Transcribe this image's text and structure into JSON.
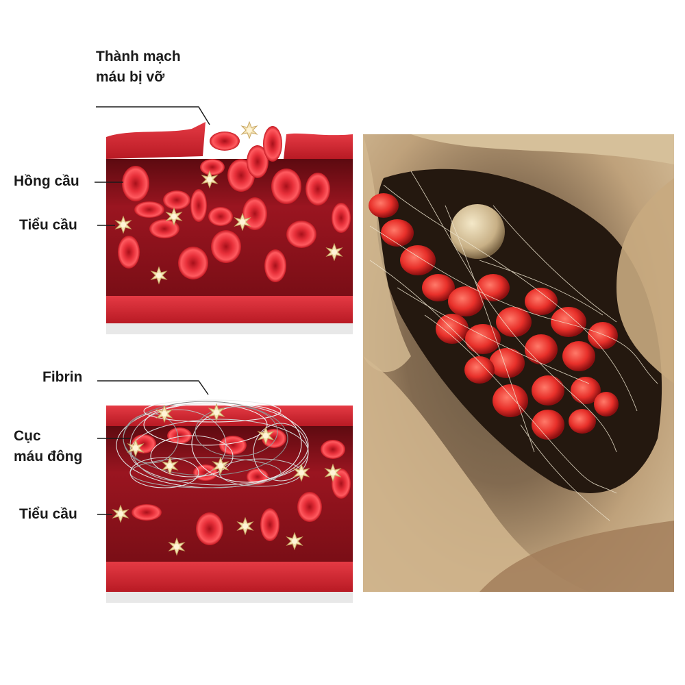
{
  "labels": {
    "ruptured_vessel_line1": "Thành mạch",
    "ruptured_vessel_line2": "máu bị vỡ",
    "red_blood_cells": "Hồng cầu",
    "platelets_top": "Tiểu cầu",
    "fibrin": "Fibrin",
    "clot_line1": "Cục",
    "clot_line2": "máu đông",
    "platelets_bottom": "Tiểu cầu"
  },
  "colors": {
    "vessel_wall": "#c8202a",
    "lumen": "#8e1018",
    "red_cell": "#e0222c",
    "platelet": "#f2e0b0",
    "fibrin": "#d8d8d8",
    "micrograph_tissue": "#c9b08a",
    "micrograph_shadow": "#2a1c12"
  }
}
